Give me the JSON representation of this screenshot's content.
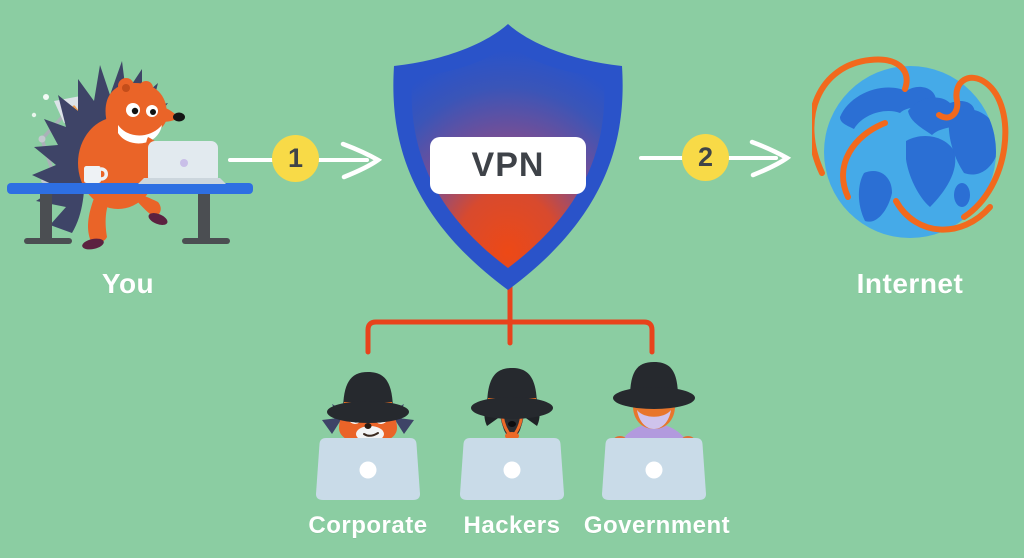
{
  "you": {
    "label": "You"
  },
  "internet": {
    "label": "Internet"
  },
  "vpn": {
    "label": "VPN"
  },
  "steps": [
    {
      "number": "1"
    },
    {
      "number": "2"
    }
  ],
  "threats": [
    {
      "label": "Corporate"
    },
    {
      "label": "Hackers"
    },
    {
      "label": "Government"
    }
  ],
  "colors": {
    "background": "#8bcda2",
    "shield_blue": "#2a53c9",
    "shield_gradient_red": "#ed4916",
    "badge_yellow": "#f8da47",
    "badge_text": "#3f4448",
    "connector_red": "#e8431c",
    "arrow_white": "#ffffff",
    "label_white": "#ffffff",
    "vpn_text": "#3e4248",
    "desk_blue": "#2e6fe2",
    "character_orange": "#ea6428",
    "spikes_navy": "#3e4467",
    "laptop_gray": "#c9dbe8",
    "globe_light_blue": "#45aae8",
    "globe_continent_blue": "#2b6fd4",
    "globe_arc_orange": "#f2691d",
    "hat_black": "#26292e",
    "hat_band_orange": "#f07020",
    "hat_band_purple": "#a98fd6",
    "government_shirt_purple": "#b29ade"
  }
}
